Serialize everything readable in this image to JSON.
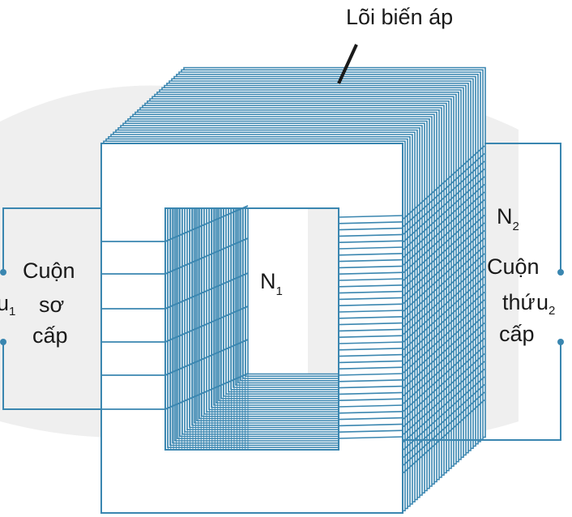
{
  "diagram": {
    "core_label": "Lõi biến áp",
    "primary_coil": {
      "line1": "Cuộn",
      "line2": "sơ",
      "line3": "cấp",
      "turns_symbol": "N",
      "turns_subscript": "1",
      "voltage_symbol": "u",
      "voltage_subscript": "1"
    },
    "secondary_coil": {
      "line1": "Cuộn",
      "line2": "thứ",
      "line3": "cấp",
      "turns_symbol": "N",
      "turns_subscript": "2",
      "voltage_symbol": "u",
      "voltage_subscript": "2"
    },
    "colors": {
      "core_stroke": "#3a86b0",
      "wire": "#2f7ea8",
      "background_watermark": "#ececec"
    }
  }
}
